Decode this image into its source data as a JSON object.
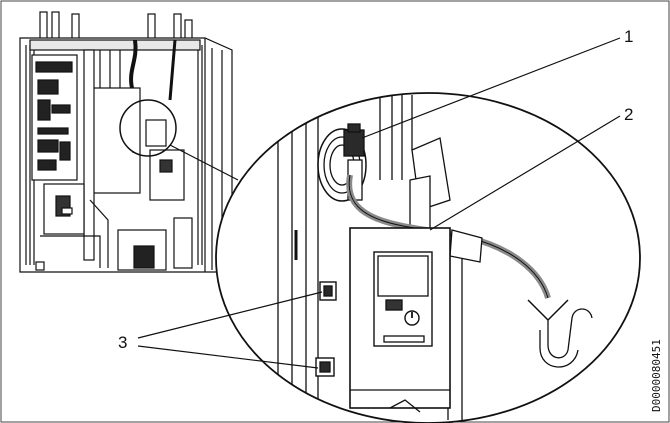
{
  "figure": {
    "callouts": [
      {
        "label": "1",
        "target": "cable-plug"
      },
      {
        "label": "2",
        "target": "drain-hose"
      },
      {
        "label": "3",
        "target": "connectors"
      }
    ],
    "document_id": "D0000080451"
  },
  "colors": {
    "line": "#111111",
    "hose": "#8a8a8a",
    "plug": "#2a2a2a",
    "background": "#ffffff",
    "frame": "#444444"
  }
}
